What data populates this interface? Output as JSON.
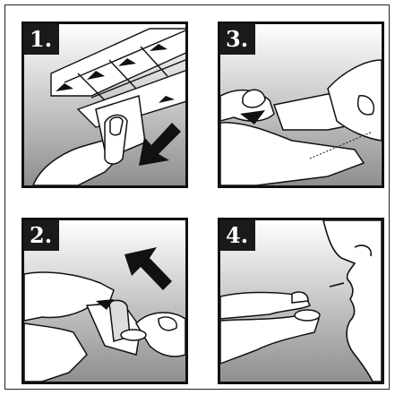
{
  "panels": {
    "p1": {
      "step": "1."
    },
    "p2": {
      "step": "2."
    },
    "p3": {
      "step": "3."
    },
    "p4": {
      "step": "4."
    }
  }
}
